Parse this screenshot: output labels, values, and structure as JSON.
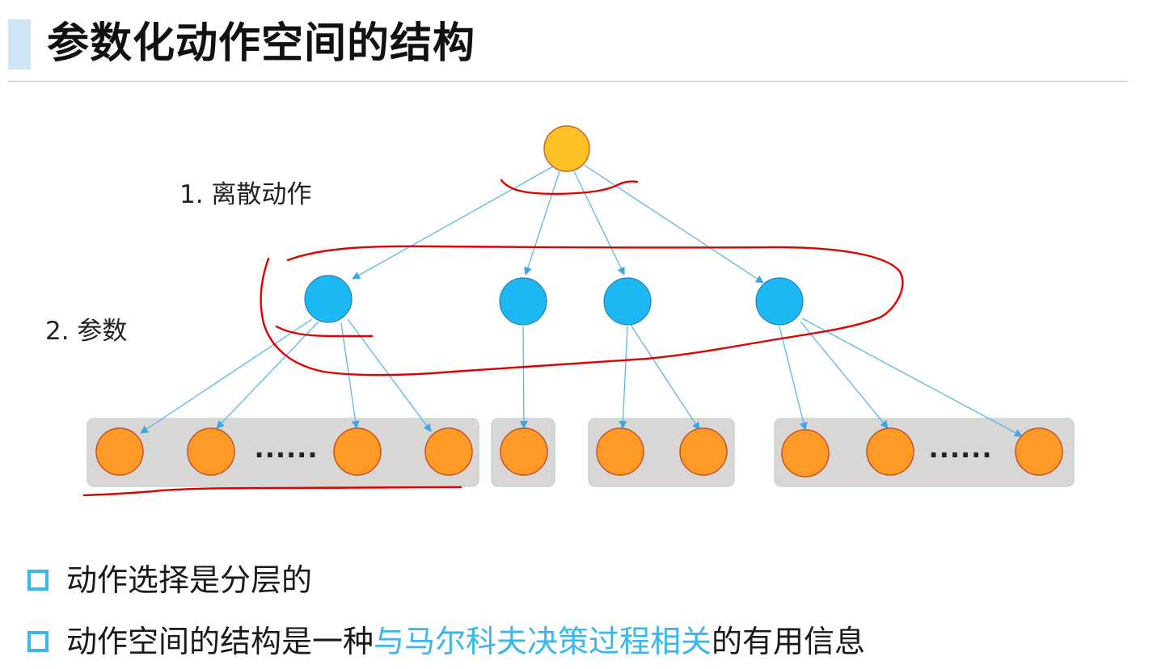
{
  "title": "参数化动作空间的结构",
  "labels": {
    "level1": "1. 离散动作",
    "level2": "2. 参数"
  },
  "ellipsis": "......",
  "bullets": [
    {
      "before": "动作选择是分层的",
      "highlight": "",
      "after": ""
    },
    {
      "before": "动作空间的结构是一种",
      "highlight": "与马尔科夫决策过程相关",
      "after": "的有用信息"
    }
  ],
  "colors": {
    "root": "#ffc125",
    "action": "#1bb8f3",
    "param": "#ff9a26",
    "box": "#d9d6d6",
    "edge": "#5ab8e8",
    "annotation": "#e00000",
    "accent": "#3ab6ea"
  }
}
